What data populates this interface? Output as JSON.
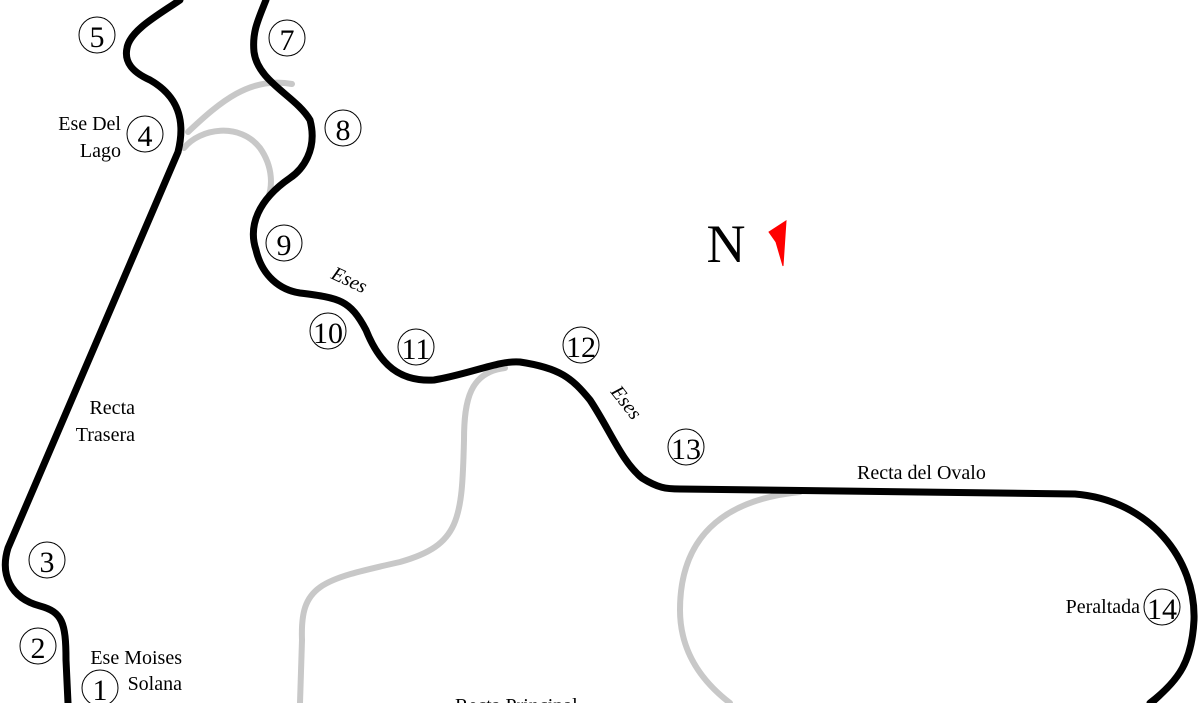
{
  "map": {
    "turns": [
      "1",
      "2",
      "3",
      "4",
      "5",
      "7",
      "8",
      "9",
      "10",
      "11",
      "12",
      "13",
      "14"
    ],
    "labels": {
      "ese_del_lago_line1": "Ese Del",
      "ese_del_lago_line2": "Lago",
      "recta_trasera_line1": "Recta",
      "recta_trasera_line2": "Trasera",
      "ese_moises_line1": "Ese Moises",
      "ese_moises_line2": "Solana",
      "eses_1": "Eses",
      "eses_2": "Eses",
      "recta_del_ovalo": "Recta del Ovalo",
      "peraltada": "Peraltada",
      "recta_principal_partial": "Recta Principal"
    },
    "compass": {
      "letter": "N",
      "arrow_color": "#ff0000"
    },
    "colors": {
      "track": "#000000",
      "alt_track": "#c8c8c8",
      "background": "#ffffff"
    }
  }
}
